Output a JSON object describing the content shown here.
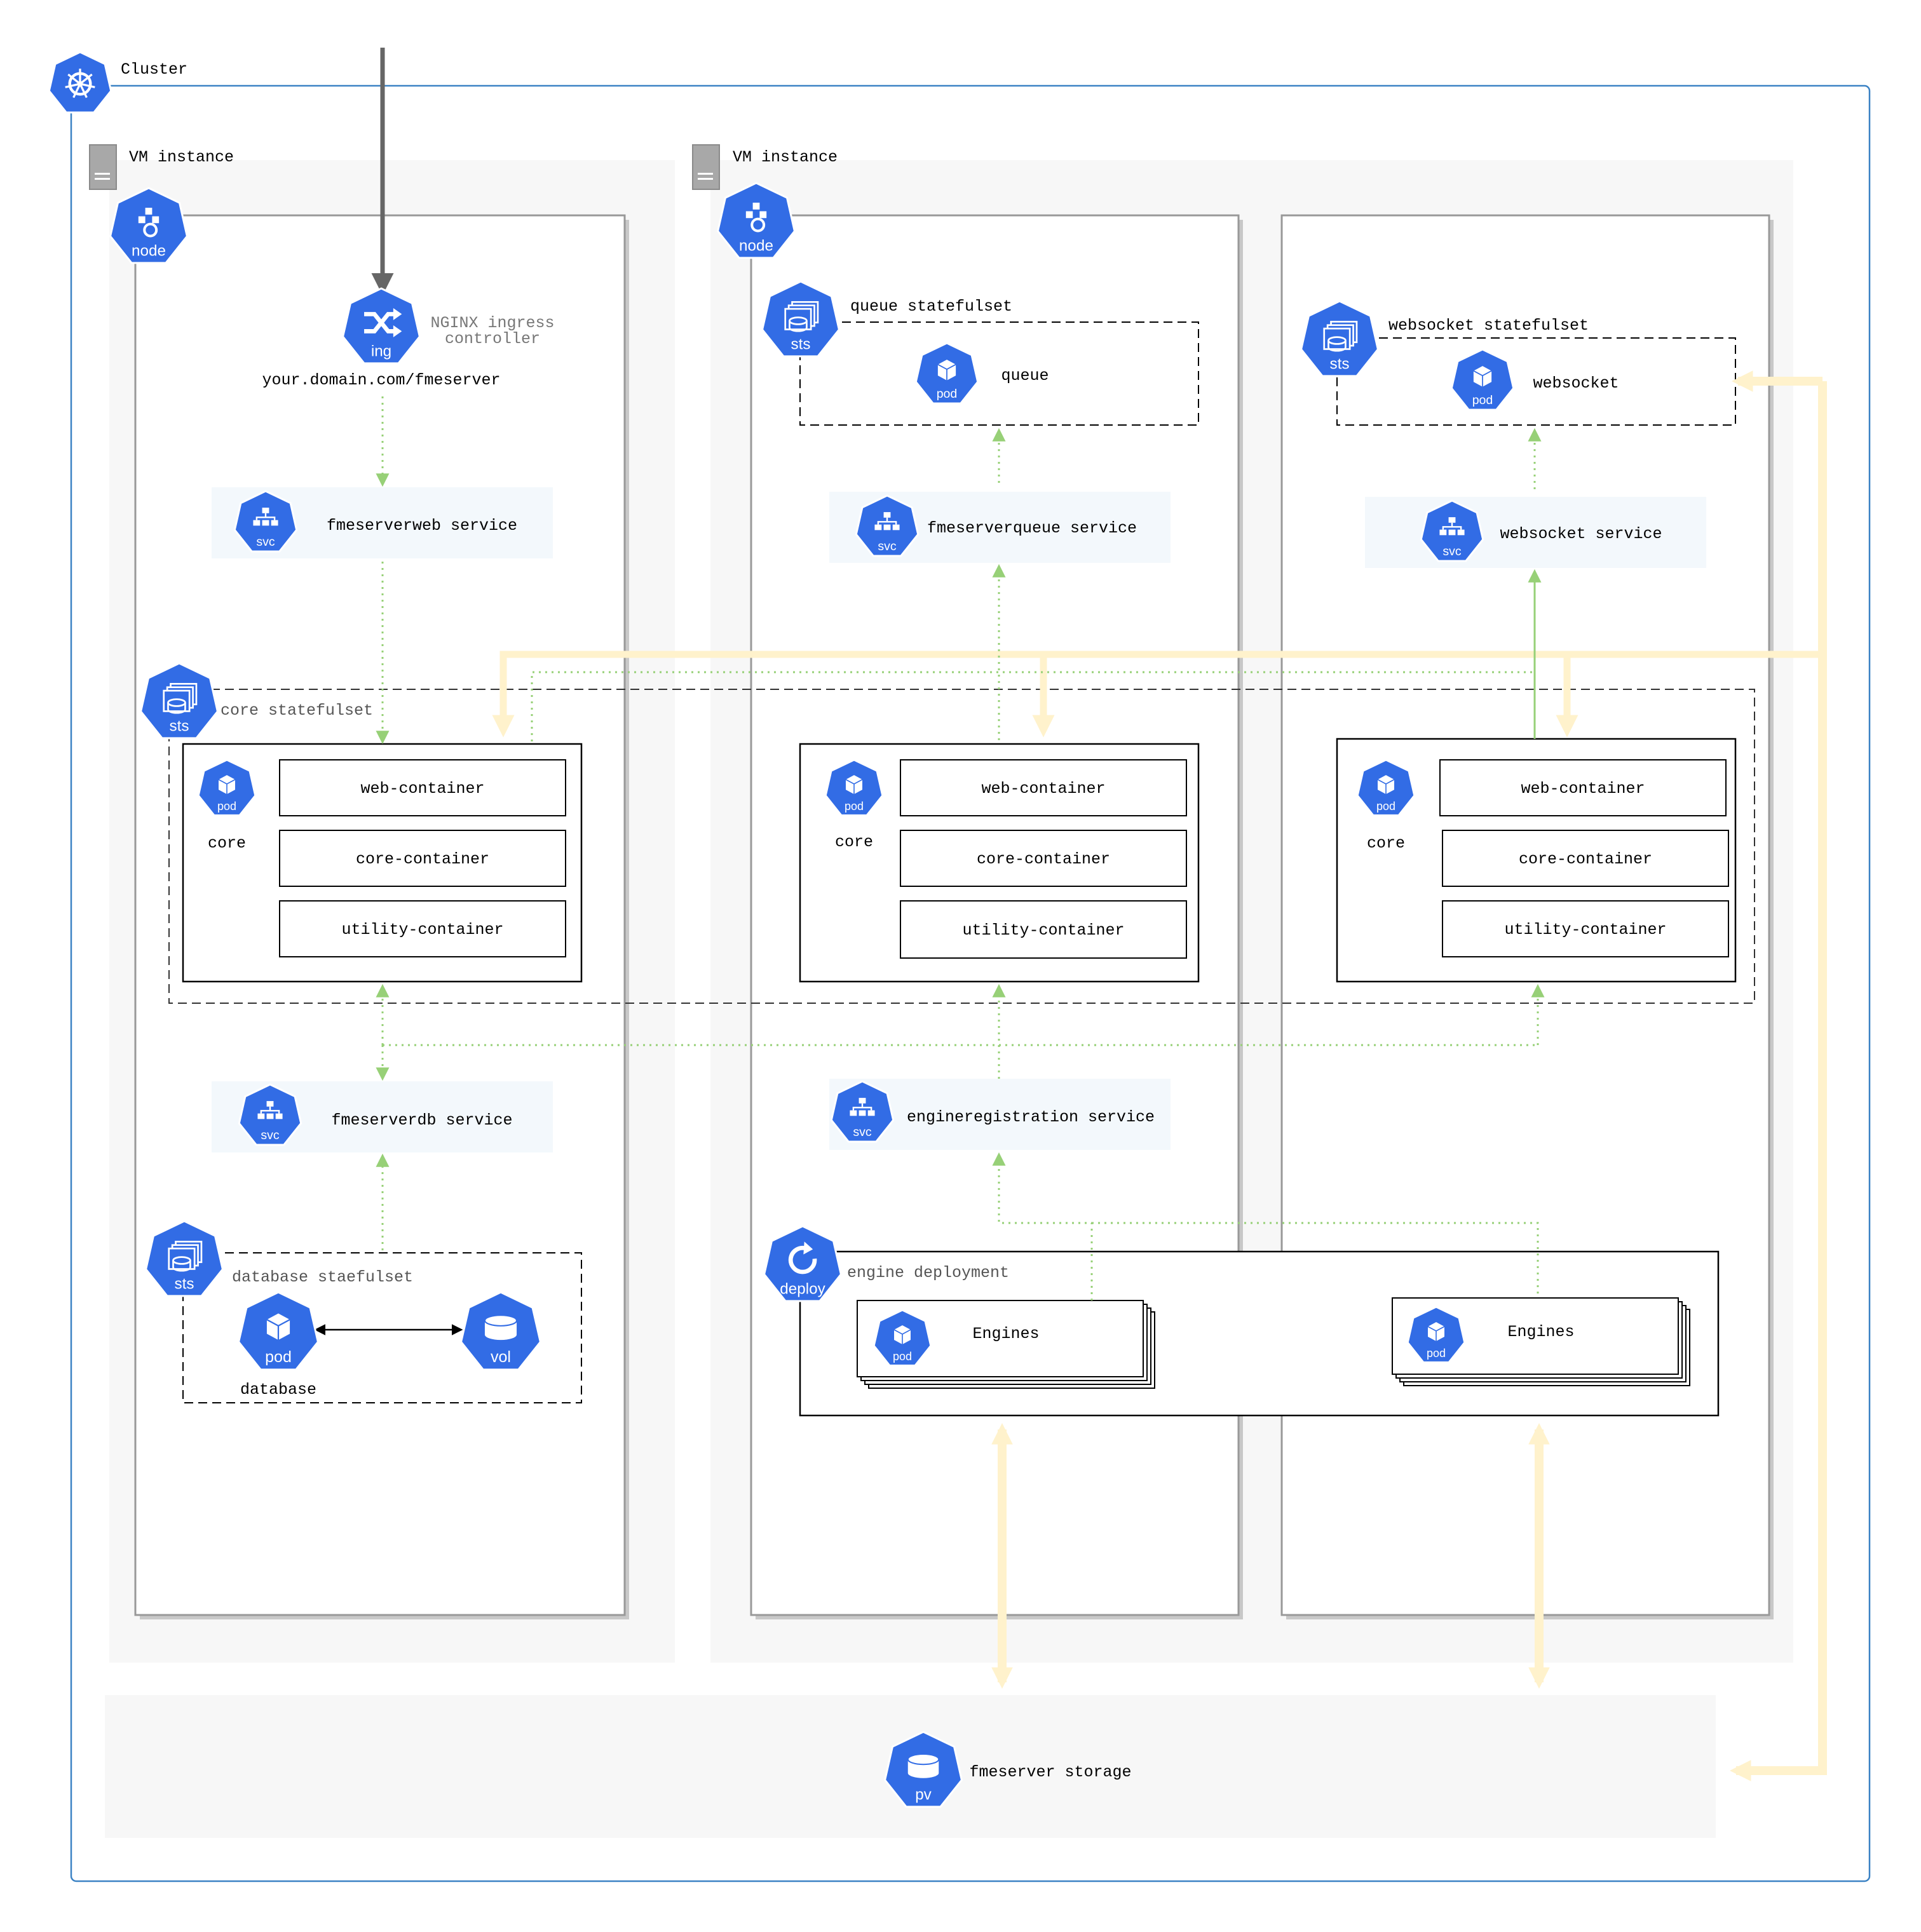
{
  "colors": {
    "k8s_blue": "#326ce5",
    "cluster_border": "#3b82c4",
    "vm_bg": "#f7f7f7",
    "service_bg": "#f3f8fc",
    "green_link": "#97d077",
    "storage_link": "#fff2cc",
    "ingress_arrow": "#666666"
  },
  "cluster": {
    "label": "Cluster",
    "icon": "kubernetes-wheel-icon"
  },
  "vm_instances": [
    {
      "label": "VM instance",
      "icon": "server-icon"
    },
    {
      "label": "VM instance",
      "icon": "server-icon"
    }
  ],
  "nodes": [
    {
      "badge": "node",
      "icon": "node-icon"
    },
    {
      "badge": "node",
      "icon": "node-icon"
    }
  ],
  "ingress": {
    "badge": "ing",
    "title": "NGINX ingress\ncontroller",
    "url": "your.domain.com/fmeserver",
    "icon": "ingress-icon"
  },
  "services": {
    "fmeserverweb": {
      "label": "fmeserverweb service",
      "badge": "svc",
      "icon": "service-icon"
    },
    "fmeserverqueue": {
      "label": "fmeserverqueue service",
      "badge": "svc",
      "icon": "service-icon"
    },
    "websocket": {
      "label": "websocket service",
      "badge": "svc",
      "icon": "service-icon"
    },
    "fmeserverdb": {
      "label": "fmeserverdb service",
      "badge": "svc",
      "icon": "service-icon"
    },
    "engineregistration": {
      "label": "engineregistration service",
      "badge": "svc",
      "icon": "service-icon"
    }
  },
  "statefulsets": {
    "queue": {
      "label": "queue statefulset",
      "badge": "sts",
      "pod": {
        "label": "queue",
        "badge": "pod"
      }
    },
    "websocket": {
      "label": "websocket statefulset",
      "badge": "sts",
      "pod": {
        "label": "websocket",
        "badge": "pod"
      }
    },
    "core": {
      "label": "core statefulset",
      "badge": "sts"
    },
    "database": {
      "label": "database staefulset",
      "badge": "sts",
      "pod": {
        "label": "database",
        "badge": "pod"
      },
      "volume": {
        "badge": "vol"
      }
    }
  },
  "core_pods": [
    {
      "label": "core",
      "badge": "pod",
      "containers": [
        "web-container",
        "core-container",
        "utility-container"
      ]
    },
    {
      "label": "core",
      "badge": "pod",
      "containers": [
        "web-container",
        "core-container",
        "utility-container"
      ]
    },
    {
      "label": "core",
      "badge": "pod",
      "containers": [
        "web-container",
        "core-container",
        "utility-container"
      ]
    }
  ],
  "engine_deployment": {
    "label": "engine deployment",
    "badge": "deploy",
    "groups": [
      {
        "label": "Engines",
        "badge": "pod"
      },
      {
        "label": "Engines",
        "badge": "pod"
      }
    ]
  },
  "storage": {
    "label": "fmeserver storage",
    "badge": "pv",
    "icon": "persistent-volume-icon"
  }
}
